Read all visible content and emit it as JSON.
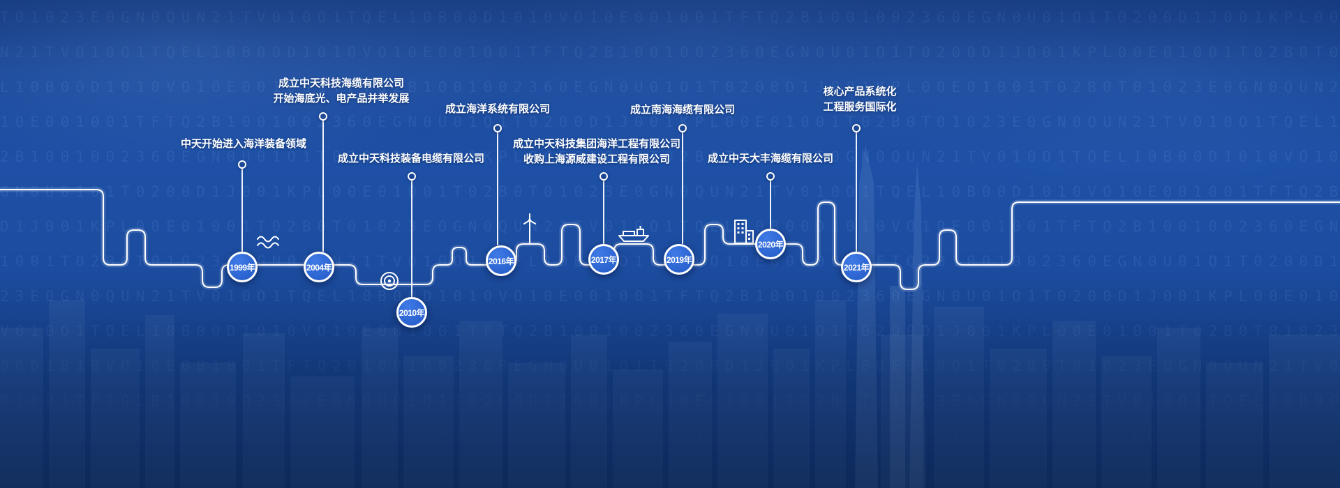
{
  "background": {
    "binary_seed": "T01023E GN0QUN21TV01 O1TQEL10B00D1 10VO10E0010 1TFTQ2B1 0100236 EGN0U 1O1T02 0D1J0 1KPL 0E010 1T02B ",
    "colors": {
      "base_blue": "#1d50a6",
      "deep_blue": "#113672",
      "code_glow": "#96c3ff"
    }
  },
  "timeline": {
    "colors": {
      "badge_fill": "#2b63cf",
      "badge_border": "#ffffff",
      "line": "#ffffff",
      "text": "#ffffff"
    },
    "items": [
      {
        "year": "1999年",
        "lines": [
          "中天开始进入海洋装备领域"
        ],
        "icon": "wave"
      },
      {
        "year": "2004年",
        "lines": [
          "成立中天科技海缆有限公司",
          "开始海底光、电产品并举发展"
        ],
        "icon": ""
      },
      {
        "year": "2010年",
        "lines": [
          "成立中天科技装备电缆有限公司"
        ],
        "icon": "cable-coil",
        "position": "below-line"
      },
      {
        "year": "2016年",
        "lines": [
          "成立海洋系统有限公司"
        ],
        "icon": "wind-turbine"
      },
      {
        "year": "2017年",
        "lines": [
          "成立中天科技集团海洋工程有限公司",
          "收购上海源威建设工程有限公司"
        ],
        "icon": "ship"
      },
      {
        "year": "2019年",
        "lines": [
          "成立南海海缆有限公司"
        ],
        "icon": ""
      },
      {
        "year": "2020年",
        "lines": [
          "成立中天大丰海缆有限公司"
        ],
        "icon": "building"
      },
      {
        "year": "2021年",
        "lines": [
          "核心产品系统化",
          "工程服务国际化"
        ],
        "icon": ""
      }
    ]
  }
}
